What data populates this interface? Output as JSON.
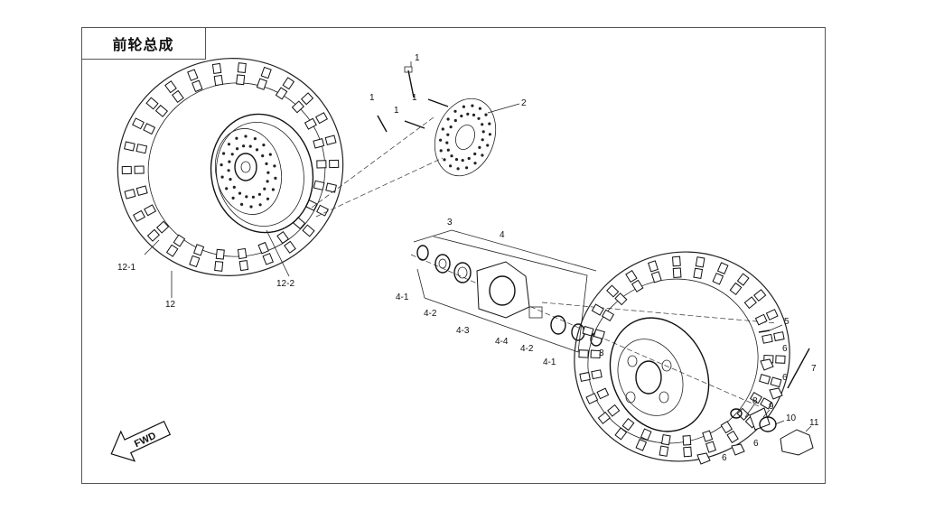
{
  "title": "前轮总成",
  "fwd_label": "FWD",
  "labels": [
    {
      "id": "1a",
      "text": "1"
    },
    {
      "id": "1b",
      "text": "1"
    },
    {
      "id": "1c",
      "text": "1"
    },
    {
      "id": "1d",
      "text": "1"
    },
    {
      "id": "2",
      "text": "2"
    },
    {
      "id": "3a",
      "text": "3"
    },
    {
      "id": "3b",
      "text": "3"
    },
    {
      "id": "4",
      "text": "4"
    },
    {
      "id": "4-1a",
      "text": "4-1"
    },
    {
      "id": "4-1b",
      "text": "4-1"
    },
    {
      "id": "4-2a",
      "text": "4-2"
    },
    {
      "id": "4-2b",
      "text": "4-2"
    },
    {
      "id": "4-3",
      "text": "4-3"
    },
    {
      "id": "4-4",
      "text": "4-4"
    },
    {
      "id": "5",
      "text": "5"
    },
    {
      "id": "6a",
      "text": "6"
    },
    {
      "id": "6b",
      "text": "6"
    },
    {
      "id": "6c",
      "text": "6"
    },
    {
      "id": "6d",
      "text": "6"
    },
    {
      "id": "7",
      "text": "7"
    },
    {
      "id": "8",
      "text": "8"
    },
    {
      "id": "9",
      "text": "9"
    },
    {
      "id": "10",
      "text": "10"
    },
    {
      "id": "11",
      "text": "11"
    },
    {
      "id": "12",
      "text": "12"
    },
    {
      "id": "12-1",
      "text": "12-1"
    },
    {
      "id": "12-2",
      "text": "12-2"
    }
  ]
}
